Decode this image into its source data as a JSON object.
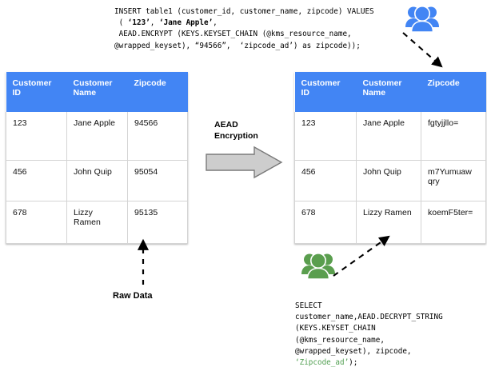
{
  "diagram": {
    "title": "AEAD Encryption data flow",
    "colors": {
      "header_blue": "#4285f4",
      "icon_blue": "#4285f4",
      "icon_green": "#5a9e4e",
      "arrow_gray": "#cccccc",
      "code_green": "#52a052"
    }
  },
  "insert_query": {
    "line1": "INSERT table1 (customer_id, customer_name, zipcode) VALUES",
    "line2_prefix": " ( ",
    "line2_val1": "‘123’",
    "line2_mid": ", ",
    "line2_val2": "‘Jane Apple’",
    "line2_suffix": ",",
    "line3": " AEAD.ENCRYPT (KEYS.KEYSET_CHAIN (@kms_resource_name,",
    "line4": "@wrapped_keyset), “94566”,  ‘zipcode_ad’) as zipcode));"
  },
  "select_query": {
    "line1": "SELECT",
    "line2": "customer_name,AEAD.DECRYPT_STRING",
    "line3": "(KEYS.KEYSET_CHAIN",
    "line4": "(@kms_resource_name,",
    "line5": "@wrapped_keyset), zipcode,",
    "line6_highlight": "‘Zipcode_ad’",
    "line6_suffix": ");"
  },
  "left_table": {
    "name": "raw-data-table",
    "headers": [
      "Customer ID",
      "Customer Name",
      "Zipcode"
    ],
    "rows": [
      {
        "customer_id": "123",
        "customer_name": "Jane Apple",
        "zipcode": "94566"
      },
      {
        "customer_id": "456",
        "customer_name": "John Quip",
        "zipcode": "95054"
      },
      {
        "customer_id": "678",
        "customer_name": "Lizzy Ramen",
        "zipcode": "95135"
      }
    ]
  },
  "right_table": {
    "name": "encrypted-data-table",
    "headers": [
      "Customer ID",
      "Customer Name",
      "Zipcode"
    ],
    "rows": [
      {
        "customer_id": "123",
        "customer_name": "Jane Apple",
        "zipcode": "fgtyjjllo="
      },
      {
        "customer_id": "456",
        "customer_name": "John Quip",
        "zipcode": "m7Yumuaw qry"
      },
      {
        "customer_id": "678",
        "customer_name": "Lizzy Ramen",
        "zipcode": "koemF5ter="
      }
    ]
  },
  "center": {
    "label": "AEAD\nEncryption",
    "arrow_icon": "right-block-arrow"
  },
  "annotations": {
    "raw_data_label": "Raw Data",
    "raw_data_arrow_icon": "up-dashed-arrow",
    "insert_arrow_icon": "down-right-dashed-arrow",
    "select_arrow_icon": "up-right-dashed-arrow",
    "blue_people_icon": "users-group-icon",
    "green_people_icon": "users-group-icon"
  }
}
